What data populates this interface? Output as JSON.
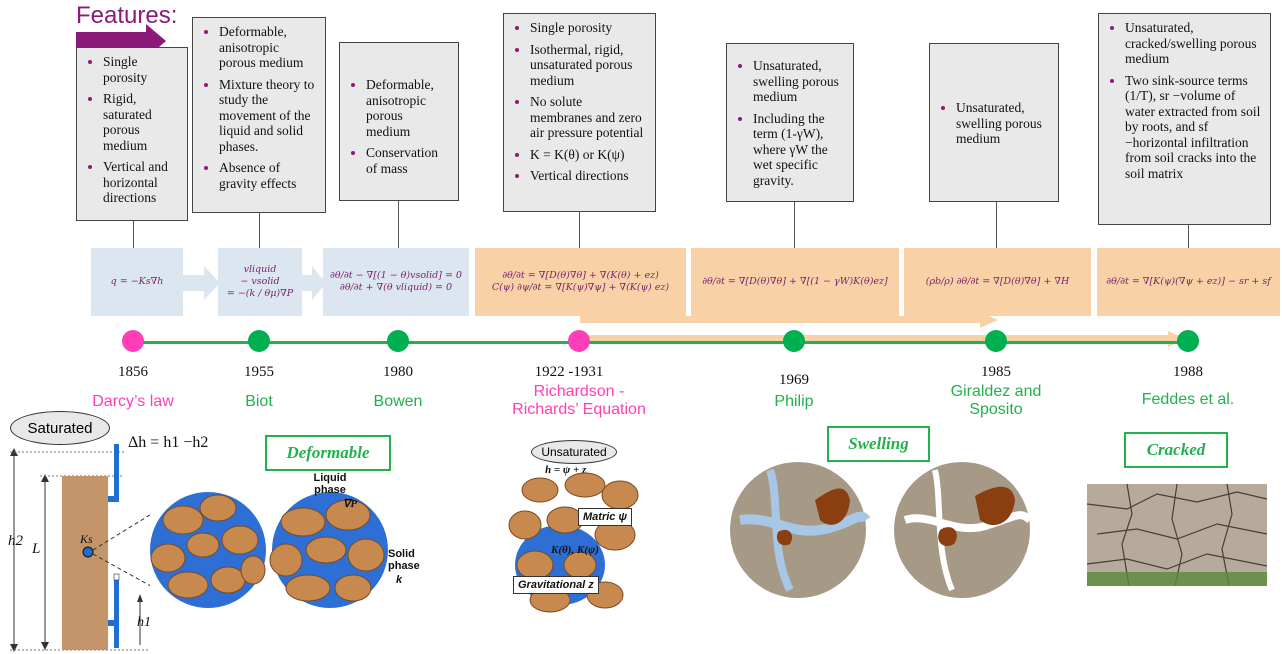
{
  "title": "Features:",
  "features": [
    [
      "Single porosity",
      "Rigid, saturated porous medium",
      "Vertical and horizontal directions"
    ],
    [
      "Deformable, anisotropic porous medium",
      "Mixture theory to study the movement of the liquid and solid phases.",
      "Absence of gravity effects"
    ],
    [
      "Deformable, anisotropic porous medium",
      "Conservation of mass"
    ],
    [
      "Single porosity",
      "Isothermal, rigid, unsaturated porous medium",
      "No solute membranes and zero air pressure potential",
      "K = K(θ) or K(ψ)",
      "Vertical directions"
    ],
    [
      "Unsaturated, swelling porous medium",
      "Including the term (1-γW), where γW the wet specific gravity."
    ],
    [
      "Unsaturated, swelling porous medium"
    ],
    [
      "Unsaturated, cracked/swelling porous medium",
      "Two sink-source terms (1/T), sr −volume of water extracted from soil by roots, and sf −horizontal infiltration from soil cracks into the soil matrix"
    ]
  ],
  "equations": [
    [
      "q = −Ks∇h"
    ],
    [
      "vliquid",
      "− vsolid",
      "= −(k / θμ)∇P"
    ],
    [
      "∂θ/∂t − ∇[(1 − θ)vsolid] = 0",
      "∂θ/∂t + ∇(θ vliquid) = 0"
    ],
    [
      "∂θ/∂t = ∇[D(θ)∇θ] + ∇(K(θ) + ez)",
      "C(ψ) ∂ψ/∂t = ∇[K(ψ)∇ψ] + ∇(K(ψ) ez)"
    ],
    [
      "∂θ/∂t = ∇[D(θ)∇θ] + ∇[(1 − γW)K(θ)ez]"
    ],
    [
      "(ρb/ρ) ∂θ/∂t = ∇[D(θ)∇θ] + ∇H"
    ],
    [
      "∂θ/∂t = ∇[K(ψ)(∇ψ + ez)] − sr + sf"
    ]
  ],
  "timeline": [
    {
      "year": "1856",
      "name": "Darcy’s law",
      "color": "#ff3fb7"
    },
    {
      "year": "1955",
      "name": "Biot",
      "color": "#00b050"
    },
    {
      "year": "1980",
      "name": "Bowen",
      "color": "#00b050"
    },
    {
      "year": "1922 -1931",
      "name": "Richardson - Richards’ Equation",
      "color": "#ff3fb7"
    },
    {
      "year": "1969",
      "name": "Philip",
      "color": "#00b050"
    },
    {
      "year": "1985",
      "name": "Giraldez and Sposito",
      "color": "#00b050"
    },
    {
      "year": "1988",
      "name": "Feddes et al.",
      "color": "#00b050"
    }
  ],
  "illustrations": {
    "saturated": "Saturated",
    "delta_h": "Δh = h1 −h2",
    "h2": "h2",
    "L": "L",
    "Ks": "Ks",
    "h1": "h1",
    "deformable": "Deformable",
    "liquid_phase": "Liquid phase",
    "nablaP": "∇P",
    "solid_phase": "Solid phase",
    "k": "k",
    "unsaturated": "Unsaturated",
    "h_eq": "h = ψ + z",
    "matric": "Matric ψ",
    "kthetapsi": "K(θ), K(ψ)",
    "gravitational": "Gravitational z",
    "swelling": "Swelling",
    "cracked": "Cracked"
  }
}
